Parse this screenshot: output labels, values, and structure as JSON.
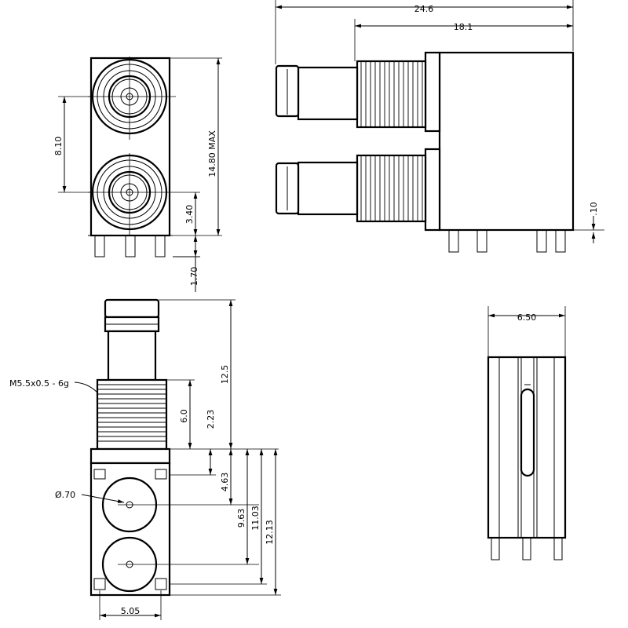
{
  "dimensions": {
    "top_view": {
      "pitch": "8.10",
      "max_height": "14.80 MAX",
      "center_to_base": "3.40",
      "pin_length": "1.70"
    },
    "side_view": {
      "overall_length": "24.6",
      "body_to_tip": "18.1",
      "standoff": ".10"
    },
    "front_view": {
      "thread_spec": "M5.5x0.5 - 6g",
      "plug_length": "12.5",
      "thread_length": "6.0",
      "flange": "2.23",
      "pin_diameter": "Ø.70",
      "dim_463": "4.63",
      "dim_963": "9.63",
      "dim_1103": "11.03",
      "dim_1213": "12.13",
      "pin_spacing": "5.05"
    },
    "end_view": {
      "width": "6.50"
    }
  }
}
